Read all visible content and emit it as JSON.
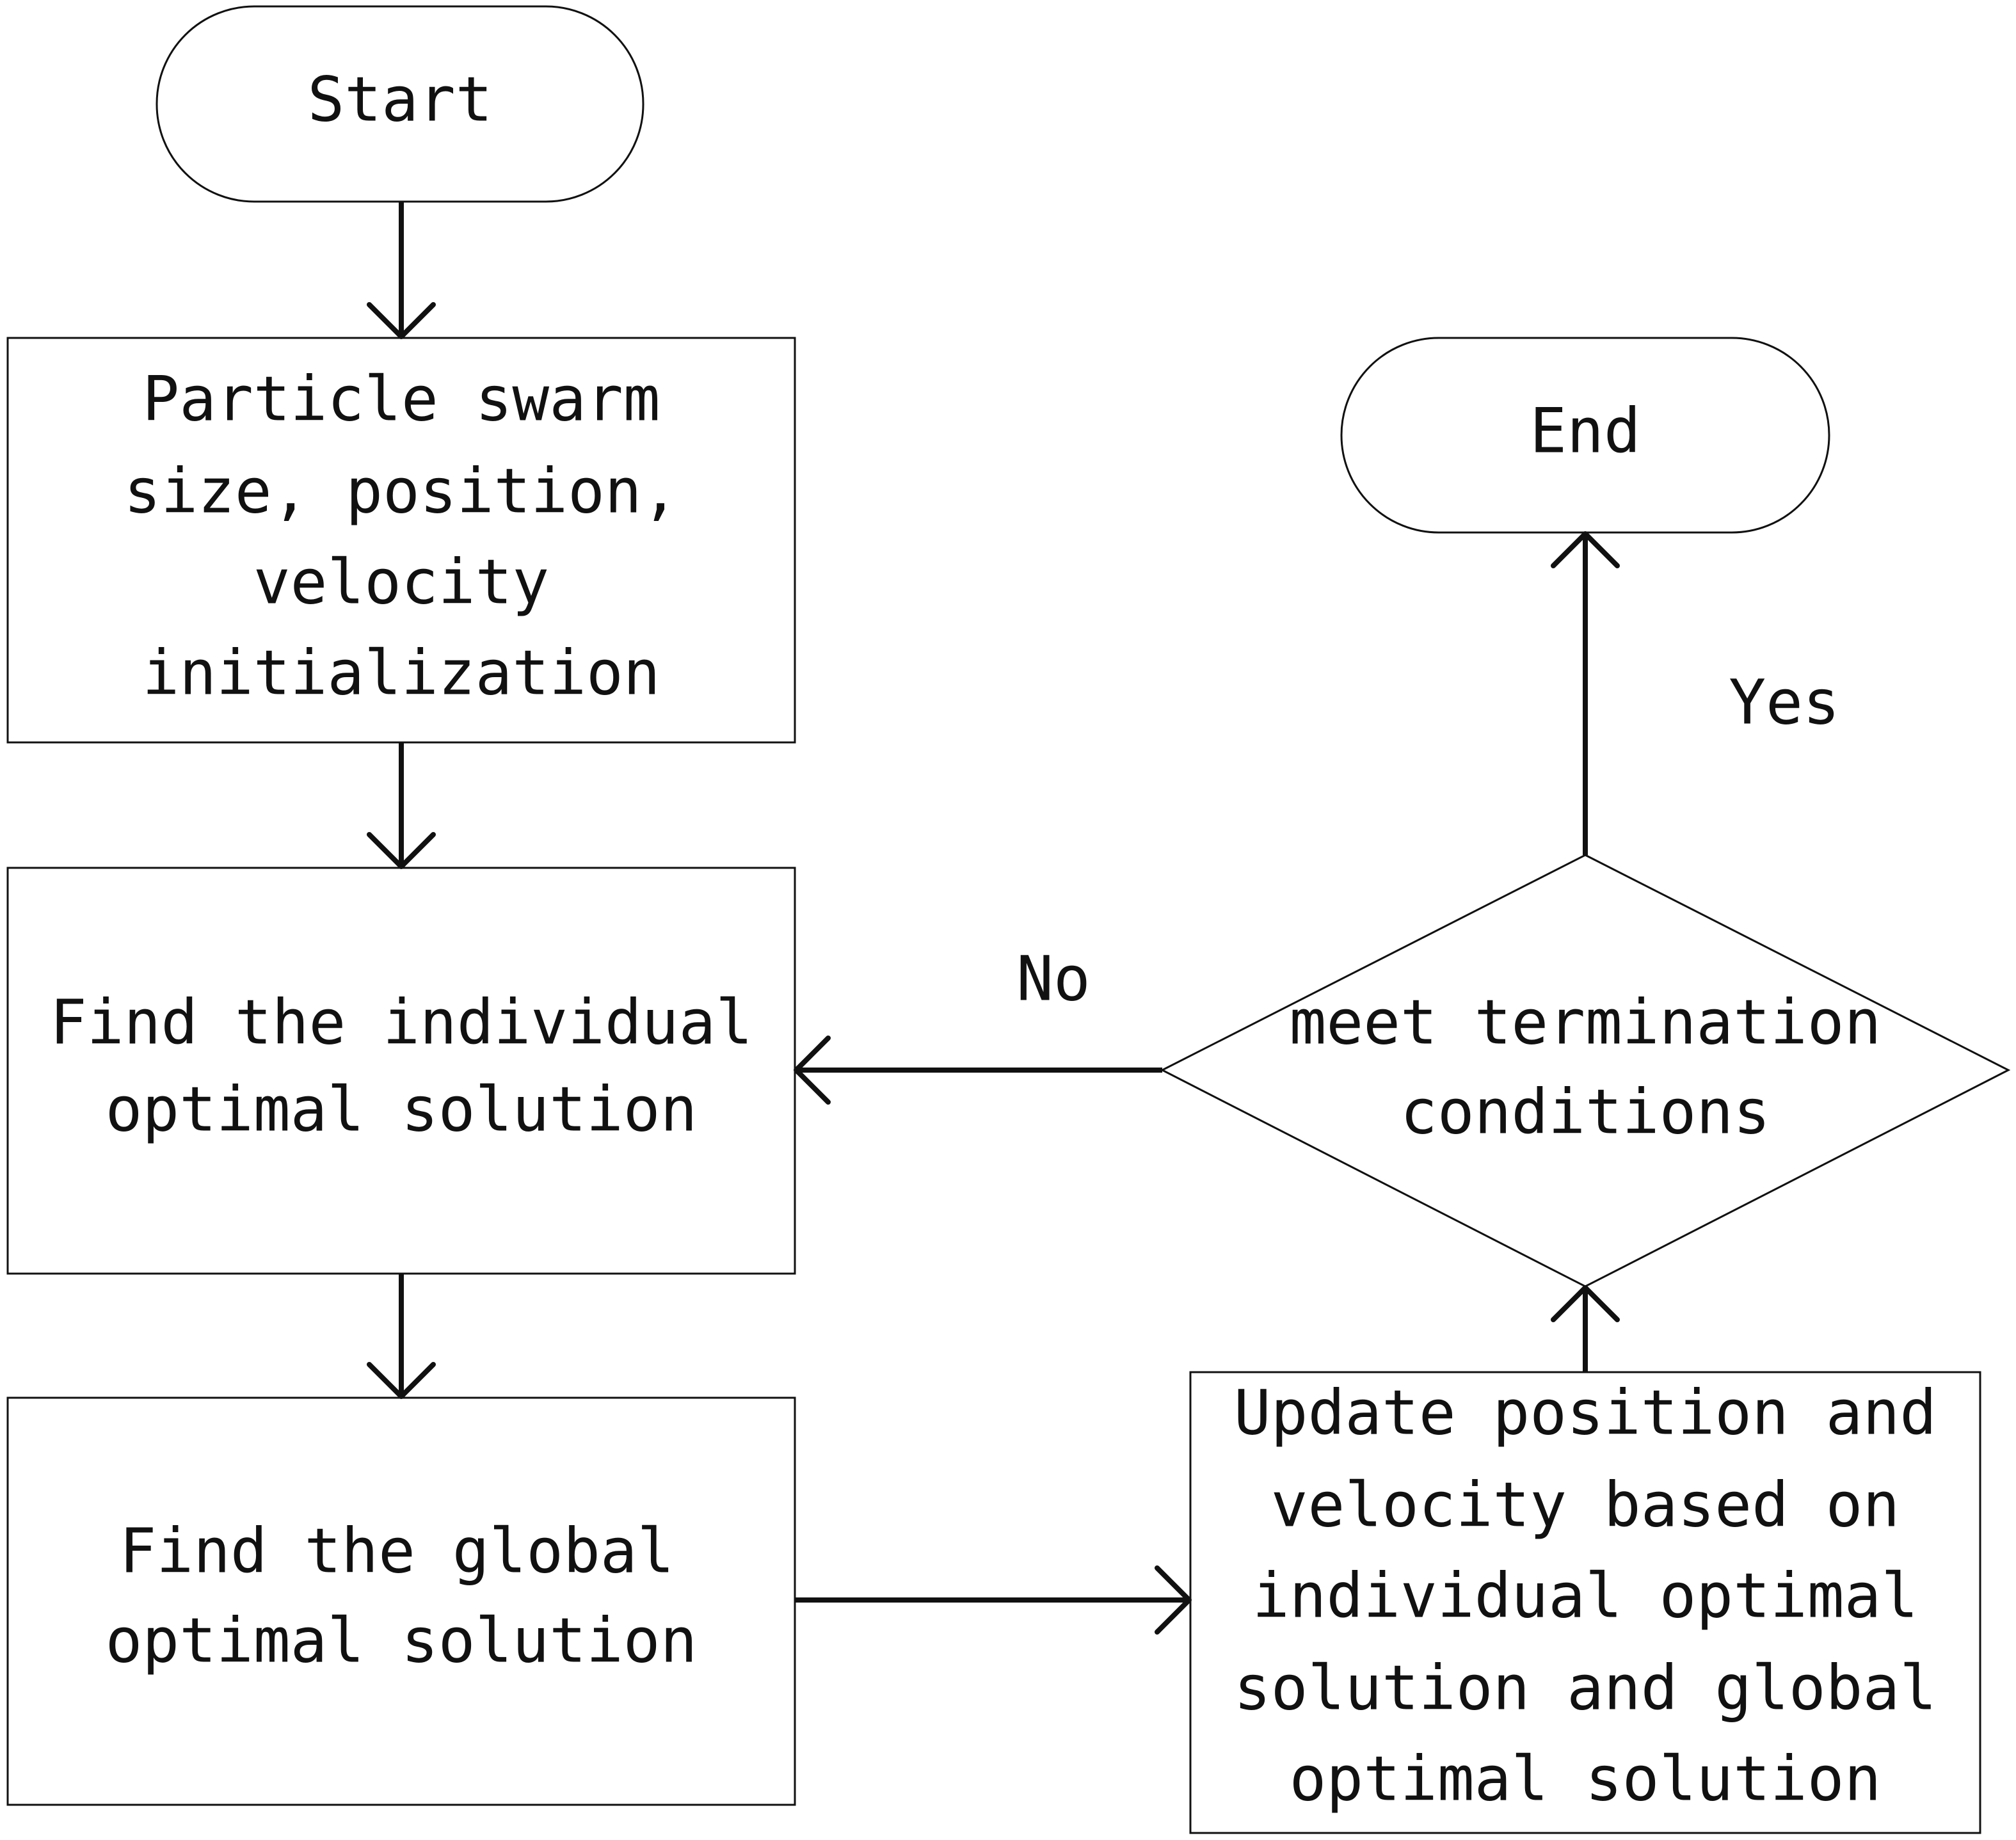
{
  "nodes": {
    "start": {
      "shape": "terminator",
      "lines": [
        "Start"
      ]
    },
    "init": {
      "shape": "process",
      "lines": [
        "Particle swarm",
        "size, position,",
        "velocity",
        "initialization"
      ]
    },
    "individual": {
      "shape": "process",
      "lines": [
        "Find the individual",
        "optimal solution"
      ]
    },
    "global": {
      "shape": "process",
      "lines": [
        "Find the global",
        "optimal solution"
      ]
    },
    "update": {
      "shape": "process",
      "lines": [
        "Update position and",
        "velocity based on",
        "individual optimal",
        "solution and global",
        "optimal solution"
      ]
    },
    "decision": {
      "shape": "decision",
      "lines": [
        "meet termination",
        "conditions"
      ]
    },
    "end": {
      "shape": "terminator",
      "lines": [
        "End"
      ]
    }
  },
  "edges": [
    {
      "from": "start",
      "to": "init",
      "label": ""
    },
    {
      "from": "init",
      "to": "individual",
      "label": ""
    },
    {
      "from": "individual",
      "to": "global",
      "label": ""
    },
    {
      "from": "global",
      "to": "update",
      "label": ""
    },
    {
      "from": "update",
      "to": "decision",
      "label": ""
    },
    {
      "from": "decision",
      "to": "end",
      "label": "Yes"
    },
    {
      "from": "decision",
      "to": "individual",
      "label": "No"
    }
  ],
  "colors": {
    "stroke": "#111111",
    "background": "#ffffff"
  }
}
